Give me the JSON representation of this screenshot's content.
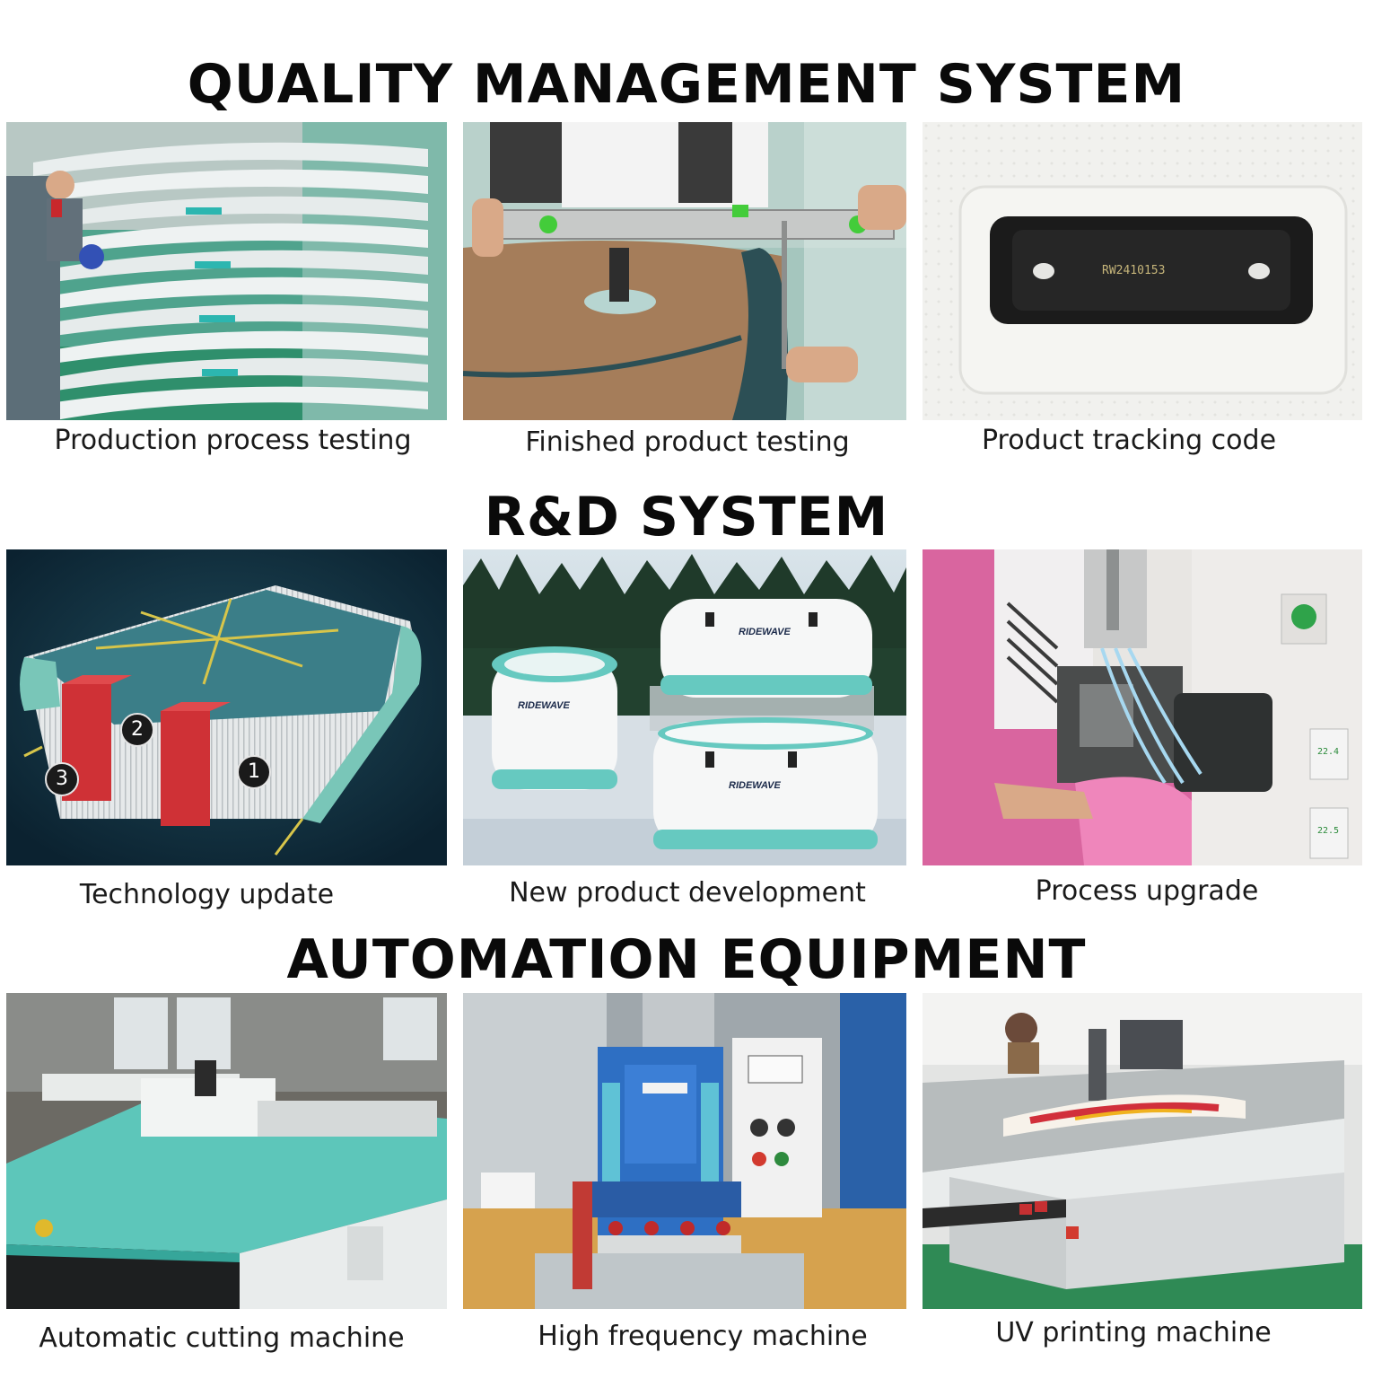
{
  "sections": [
    {
      "heading": "QUALITY MANAGEMENT SYSTEM",
      "items": [
        {
          "caption": "Production process testing"
        },
        {
          "caption": "Finished product testing"
        },
        {
          "caption": "Product tracking code",
          "serial_code": "RW2410153"
        }
      ]
    },
    {
      "heading": "R&D SYSTEM",
      "items": [
        {
          "caption": "Technology update",
          "markers": [
            "1",
            "2",
            "3"
          ]
        },
        {
          "caption": "New product development",
          "brand": "RIDEWAVE"
        },
        {
          "caption": "Process upgrade",
          "display_values": [
            "22.4",
            "22.5"
          ]
        }
      ]
    },
    {
      "heading": "AUTOMATION EQUIPMENT",
      "items": [
        {
          "caption": "Automatic cutting machine"
        },
        {
          "caption": "High frequency machine"
        },
        {
          "caption": "UV printing machine"
        }
      ]
    }
  ]
}
